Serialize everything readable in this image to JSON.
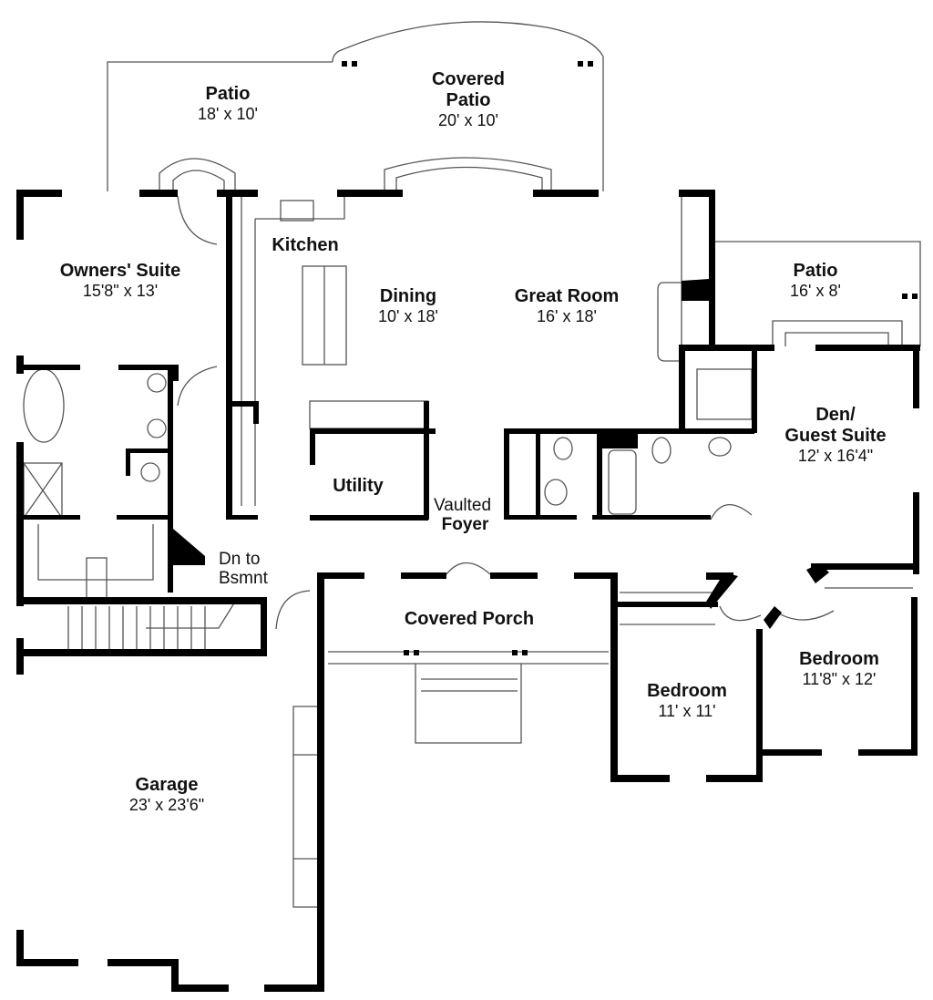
{
  "rooms": {
    "patio_left": {
      "name": "Patio",
      "dim": "18' x 10'"
    },
    "covered_patio": {
      "name1": "Covered",
      "name2": "Patio",
      "dim": "20' x 10'"
    },
    "owners_suite": {
      "name": "Owners' Suite",
      "dim": "15'8\" x 13'"
    },
    "kitchen": {
      "name": "Kitchen"
    },
    "dining": {
      "name": "Dining",
      "dim": "10' x 18'"
    },
    "great_room": {
      "name": "Great Room",
      "dim": "16' x 18'"
    },
    "patio_right": {
      "name": "Patio",
      "dim": "16' x 8'"
    },
    "den": {
      "name1": "Den/",
      "name2": "Guest Suite",
      "dim": "12' x 16'4\""
    },
    "utility": {
      "name": "Utility"
    },
    "foyer": {
      "line1": "Vaulted",
      "line2": "Foyer"
    },
    "stairs": {
      "line1": "Dn to",
      "line2": "Bsmnt"
    },
    "covered_porch": {
      "name": "Covered Porch"
    },
    "bedroom_1": {
      "name": "Bedroom",
      "dim": "11' x 11'"
    },
    "bedroom_2": {
      "name": "Bedroom",
      "dim": "11'8\" x 12'"
    },
    "garage": {
      "name": "Garage",
      "dim": "23' x 23'6\""
    }
  },
  "colors": {
    "wall": "#000000",
    "thin_line": "#555555",
    "background": "#ffffff"
  }
}
